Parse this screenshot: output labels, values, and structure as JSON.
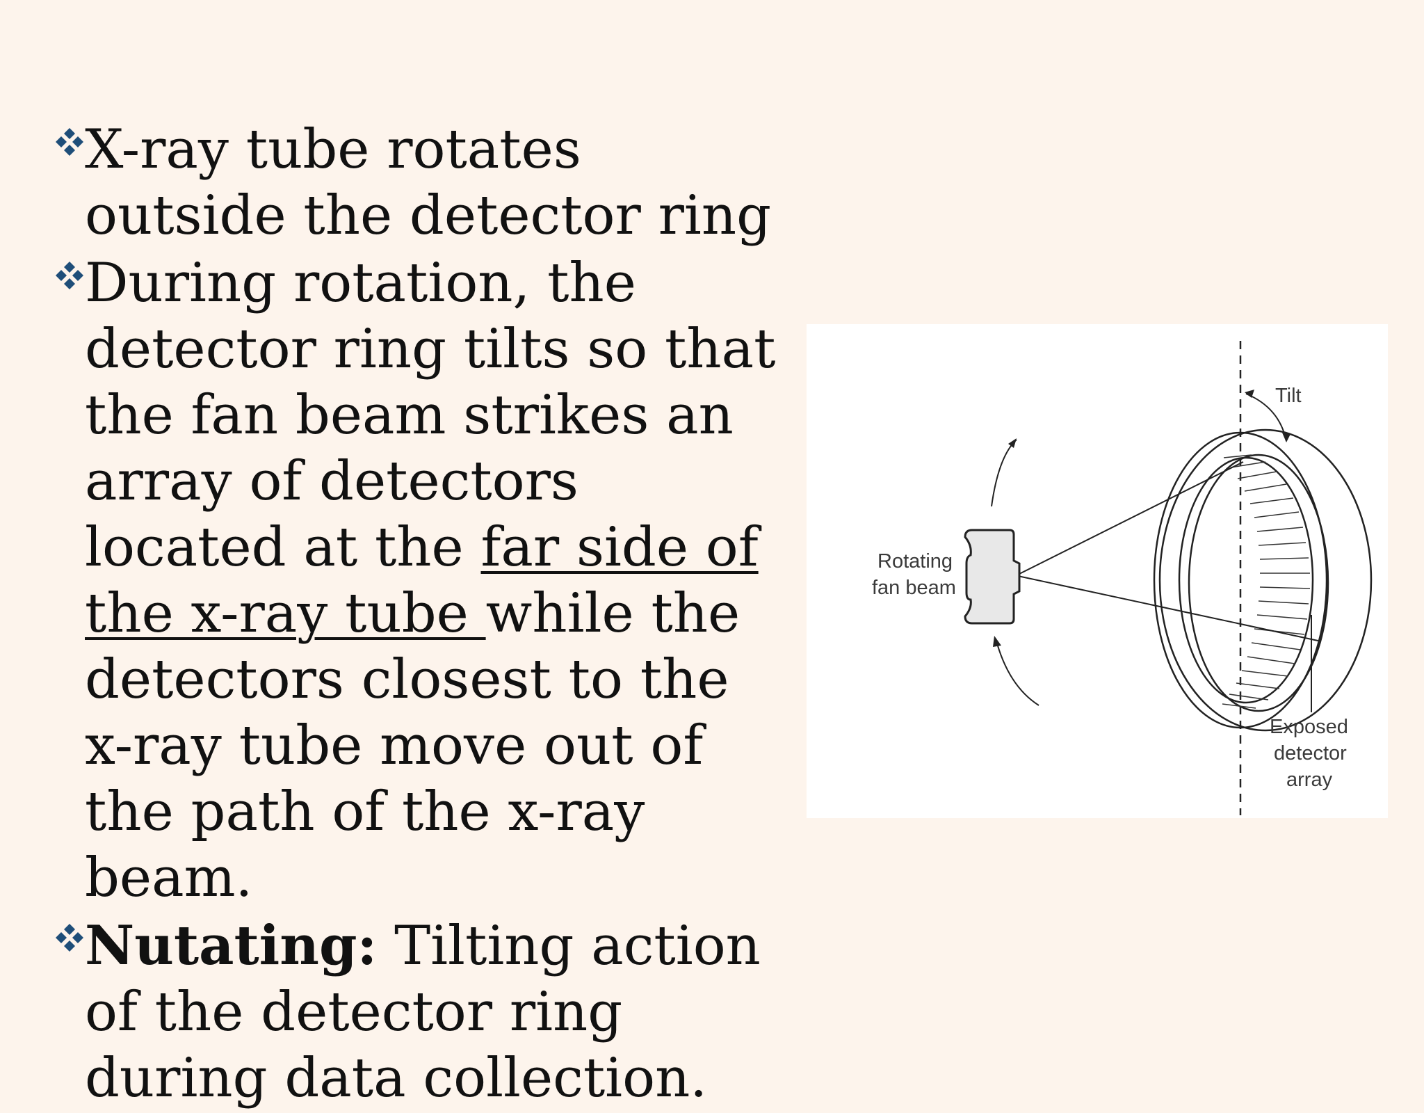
{
  "bullets": [
    {
      "parts": {
        "p0": "X-ray tube rotates outside the detector ring"
      }
    },
    {
      "parts": {
        "p0": "During rotation, the detector ring tilts so that the fan beam strikes an array of detectors located at the ",
        "p1": "far side of the x-ray tube ",
        "p2": "while the detectors closest to the x-ray tube move out of the path of the x-ray beam."
      }
    },
    {
      "parts": {
        "p0": "Nutating:",
        "p1": " Tilting action of the detector ring during data collection."
      }
    }
  ],
  "figure": {
    "tilt_label": "Tilt",
    "source_label_line1": "Rotating",
    "source_label_line2": "fan beam",
    "detector_label_line1": "Exposed",
    "detector_label_line2": "detector",
    "detector_label_line3": "array"
  },
  "colors": {
    "background": "#fdf4ec",
    "bullet_marker": "#1f4e79",
    "text": "#111111"
  },
  "icons": {
    "bullet_marker": "four-diamond-bullet-icon"
  }
}
